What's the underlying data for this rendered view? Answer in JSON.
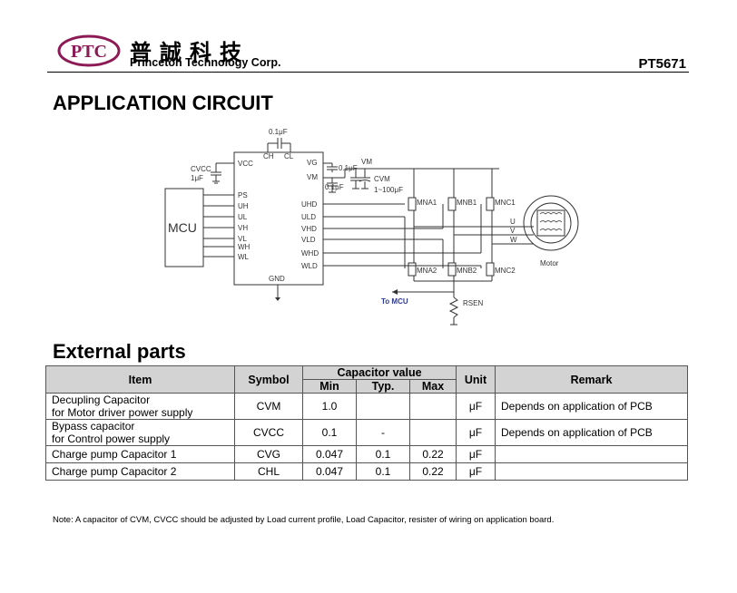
{
  "header": {
    "logo_text": "PTC",
    "company_cn": "普誠科技",
    "company_en": "Princeton Technology Corp.",
    "part_number": "PT5671"
  },
  "application_circuit": {
    "title": "APPLICATION CIRCUIT",
    "labels": {
      "mcu": "MCU",
      "vcc": "VCC",
      "ch": "CH",
      "cl": "CL",
      "vg": "VG",
      "vm": "VM",
      "gnd": "GND",
      "ps": "PS",
      "uh": "UH",
      "ul": "UL",
      "vh": "VH",
      "vl": "VL",
      "wh": "WH",
      "wl": "WL",
      "uhd": "UHD",
      "uld": "ULD",
      "vhd": "VHD",
      "vld": "VLD",
      "whd": "WHD",
      "wld": "WLD",
      "cap_top": "0.1μF",
      "cap_cvcc_name": "CVCC",
      "cap_cvcc_val": "1μF",
      "cap_vg": "0.1μF",
      "cap_vm": "0.1μF",
      "vm_rail": "VM",
      "cvm_name": "CVM",
      "cvm_val": "1~100μF",
      "mna1": "MNA1",
      "mnb1": "MNB1",
      "mnc1": "MNC1",
      "mna2": "MNA2",
      "mnb2": "MNB2",
      "mnc2": "MNC2",
      "phase_u": "U",
      "phase_v": "V",
      "phase_w": "W",
      "motor": "Motor",
      "to_mcu": "To MCU",
      "rsen": "RSEN"
    }
  },
  "external_parts": {
    "title": "External parts",
    "headers": {
      "item": "Item",
      "symbol": "Symbol",
      "capacitor_value": "Capacitor value",
      "min": "Min",
      "typ": "Typ.",
      "max": "Max",
      "unit": "Unit",
      "remark": "Remark"
    },
    "rows": [
      {
        "item_line1": "Decupling Capacitor",
        "item_line2": "for Motor driver power supply",
        "symbol": "CVM",
        "min": "1.0",
        "typ": "",
        "max": "",
        "unit": "μF",
        "remark": "Depends on application of PCB"
      },
      {
        "item_line1": "Bypass capacitor",
        "item_line2": "for Control power supply",
        "symbol": "CVCC",
        "min": "0.1",
        "typ": "-",
        "max": "",
        "unit": "μF",
        "remark": "Depends on application of PCB"
      },
      {
        "item_line1": "Charge pump Capacitor 1",
        "item_line2": "",
        "symbol": "CVG",
        "min": "0.047",
        "typ": "0.1",
        "max": "0.22",
        "unit": "μF",
        "remark": ""
      },
      {
        "item_line1": "Charge pump Capacitor 2",
        "item_line2": "",
        "symbol": "CHL",
        "min": "0.047",
        "typ": "0.1",
        "max": "0.22",
        "unit": "μF",
        "remark": ""
      }
    ],
    "note": "Note: A capacitor of CVM, CVCC should be adjusted by Load current profile, Load Capacitor, resister of wiring on application board."
  }
}
